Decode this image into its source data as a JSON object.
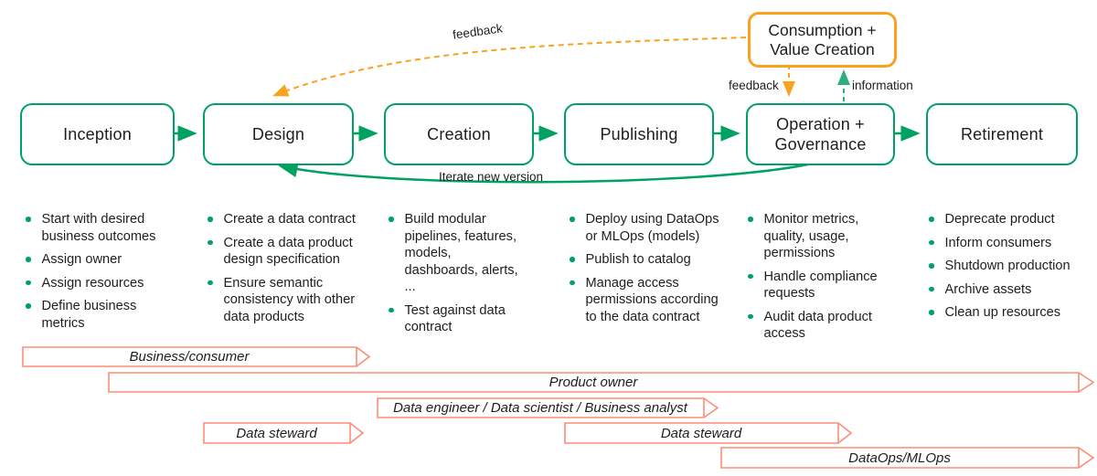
{
  "palette": {
    "green": "#00a262",
    "teal_dashed": "#2fae7f",
    "orange": "#f9a21d",
    "salmon": "#fc8d75",
    "text": "#1e1e1e"
  },
  "diagram": {
    "consumption_box": {
      "label": "Consumption + Value Creation"
    },
    "stages": [
      {
        "label": "Inception",
        "tasks": [
          "Start with desired business outcomes",
          "Assign owner",
          "Assign resources",
          "Define business metrics"
        ]
      },
      {
        "label": "Design",
        "tasks": [
          "Create a data contract",
          "Create a data product design specification",
          "Ensure semantic consistency with other data products"
        ]
      },
      {
        "label": "Creation",
        "tasks": [
          "Build modular pipelines, features, models, dashboards, alerts, ...",
          "Test against data contract"
        ]
      },
      {
        "label": "Publishing",
        "tasks": [
          "Deploy using DataOps or MLOps (models)",
          "Publish to catalog",
          "Manage access permissions according to the data contract"
        ]
      },
      {
        "label": "Operation + Governance",
        "tasks": [
          "Monitor metrics, quality, usage, permissions",
          "Handle compliance requests",
          "Audit data product access"
        ]
      },
      {
        "label": "Retirement",
        "tasks": [
          "Deprecate product",
          "Inform consumers",
          "Shutdown production",
          "Archive assets",
          "Clean up resources"
        ]
      }
    ],
    "edge_labels": {
      "feedback_curve": "feedback",
      "feedback_vertical": "feedback",
      "information": "information",
      "iterate": "Iterate new version"
    },
    "roles": [
      {
        "label": "Business/consumer"
      },
      {
        "label": "Product owner"
      },
      {
        "label": "Data engineer / Data scientist / Business analyst"
      },
      {
        "label": "Data steward"
      },
      {
        "label": "Data steward"
      },
      {
        "label": "DataOps/MLOps"
      }
    ]
  }
}
